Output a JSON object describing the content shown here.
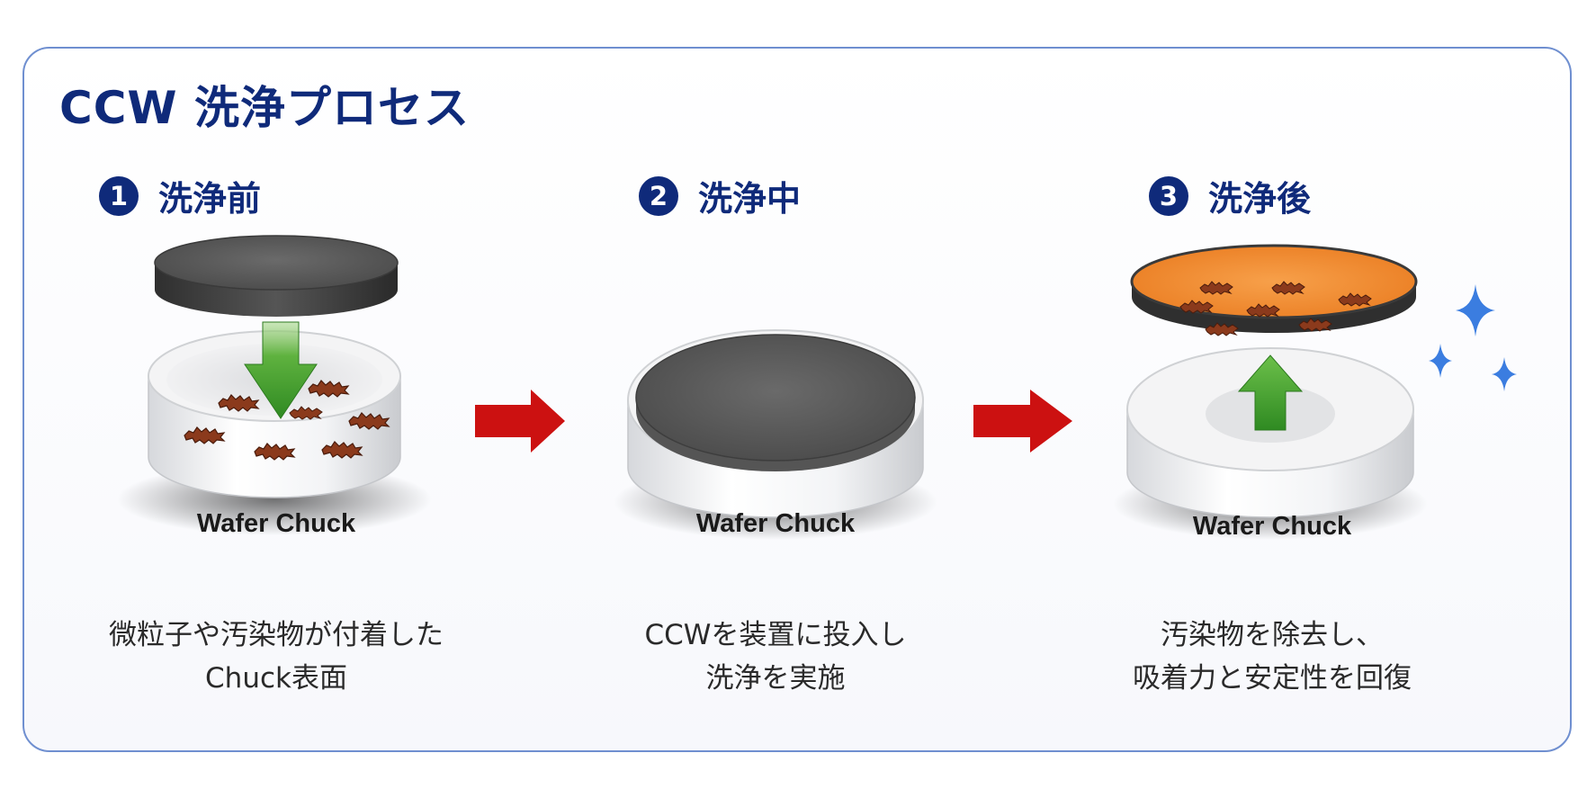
{
  "title": "CCW 洗浄プロセス",
  "steps": [
    {
      "number": "1",
      "label": "洗浄前",
      "chuck_label": "Wafer Chuck",
      "caption_lines": [
        "微粒子や汚染物が付着した",
        "Chuck表面"
      ]
    },
    {
      "number": "2",
      "label": "洗浄中",
      "chuck_label": "Wafer Chuck",
      "caption_lines": [
        "CCWを装置に投入し",
        "洗浄を実施"
      ]
    },
    {
      "number": "3",
      "label": "洗浄後",
      "chuck_label": "Wafer Chuck",
      "caption_lines": [
        "汚染物を除去し、",
        "吸着力と安定性を回復"
      ]
    }
  ],
  "colors": {
    "title": "#0f2a7a",
    "frame_border": "#6f8fd0",
    "flow_arrow": "#cc1111",
    "green_arrow": "#3f9a2a",
    "particle": "#8b3a1c",
    "wafer_dark": "#4a4a4a",
    "wafer_orange": "#f08a2e",
    "sparkle": "#3b7de0"
  },
  "icons": [
    "flow-arrow-right",
    "down-arrow",
    "up-arrow",
    "sparkle-icon"
  ]
}
